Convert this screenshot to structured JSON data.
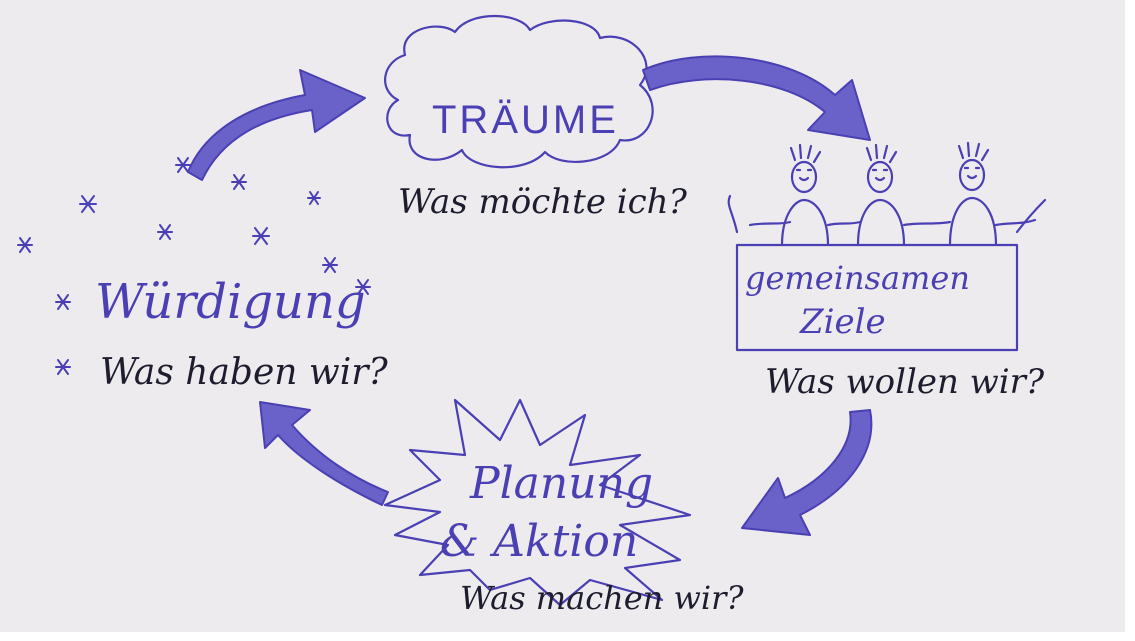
{
  "diagram": {
    "nodes": {
      "dreams": {
        "label": "TRÄUME",
        "question": "Was möchte ich?"
      },
      "goals": {
        "label_line1": "gemeinsamen",
        "label_line2": "Ziele",
        "question": "Was wollen wir?"
      },
      "action": {
        "label_line1": "Planung",
        "label_line2": "& Aktion",
        "question": "Was machen wir?"
      },
      "appreciation": {
        "label": "Würdigung",
        "question": "Was haben wir?"
      }
    },
    "edges": [
      {
        "from": "appreciation",
        "to": "dreams"
      },
      {
        "from": "dreams",
        "to": "goals"
      },
      {
        "from": "goals",
        "to": "action"
      },
      {
        "from": "action",
        "to": "appreciation"
      }
    ],
    "colors": {
      "ink": "#4a40b4",
      "question_ink": "#1e1d2e",
      "paper": "#edebee"
    }
  }
}
